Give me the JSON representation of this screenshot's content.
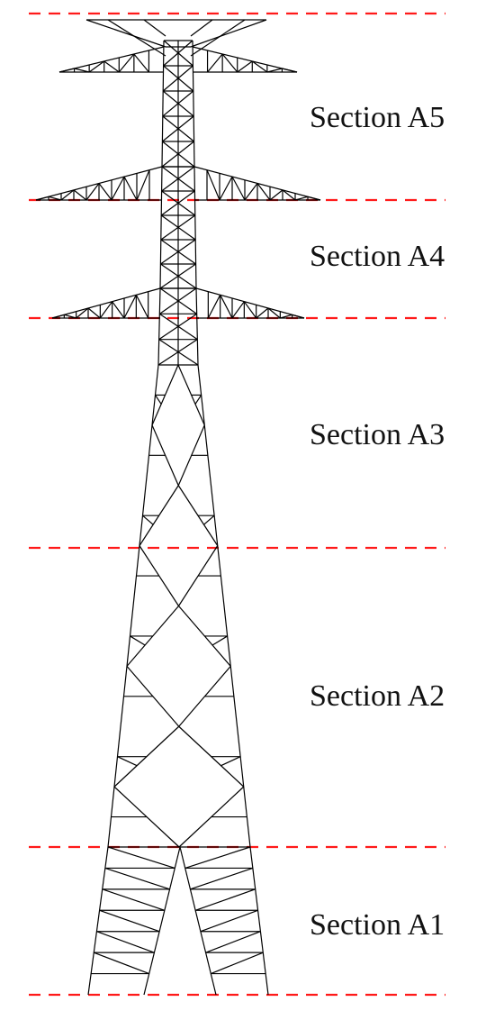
{
  "diagram": {
    "boundary_color": "#ff1a1a",
    "line_color": "#000000",
    "sections": [
      {
        "id": "A5",
        "label": "Section A5"
      },
      {
        "id": "A4",
        "label": "Section A4"
      },
      {
        "id": "A3",
        "label": "Section A3"
      },
      {
        "id": "A2",
        "label": "Section A2"
      },
      {
        "id": "A1",
        "label": "Section A1"
      }
    ]
  }
}
